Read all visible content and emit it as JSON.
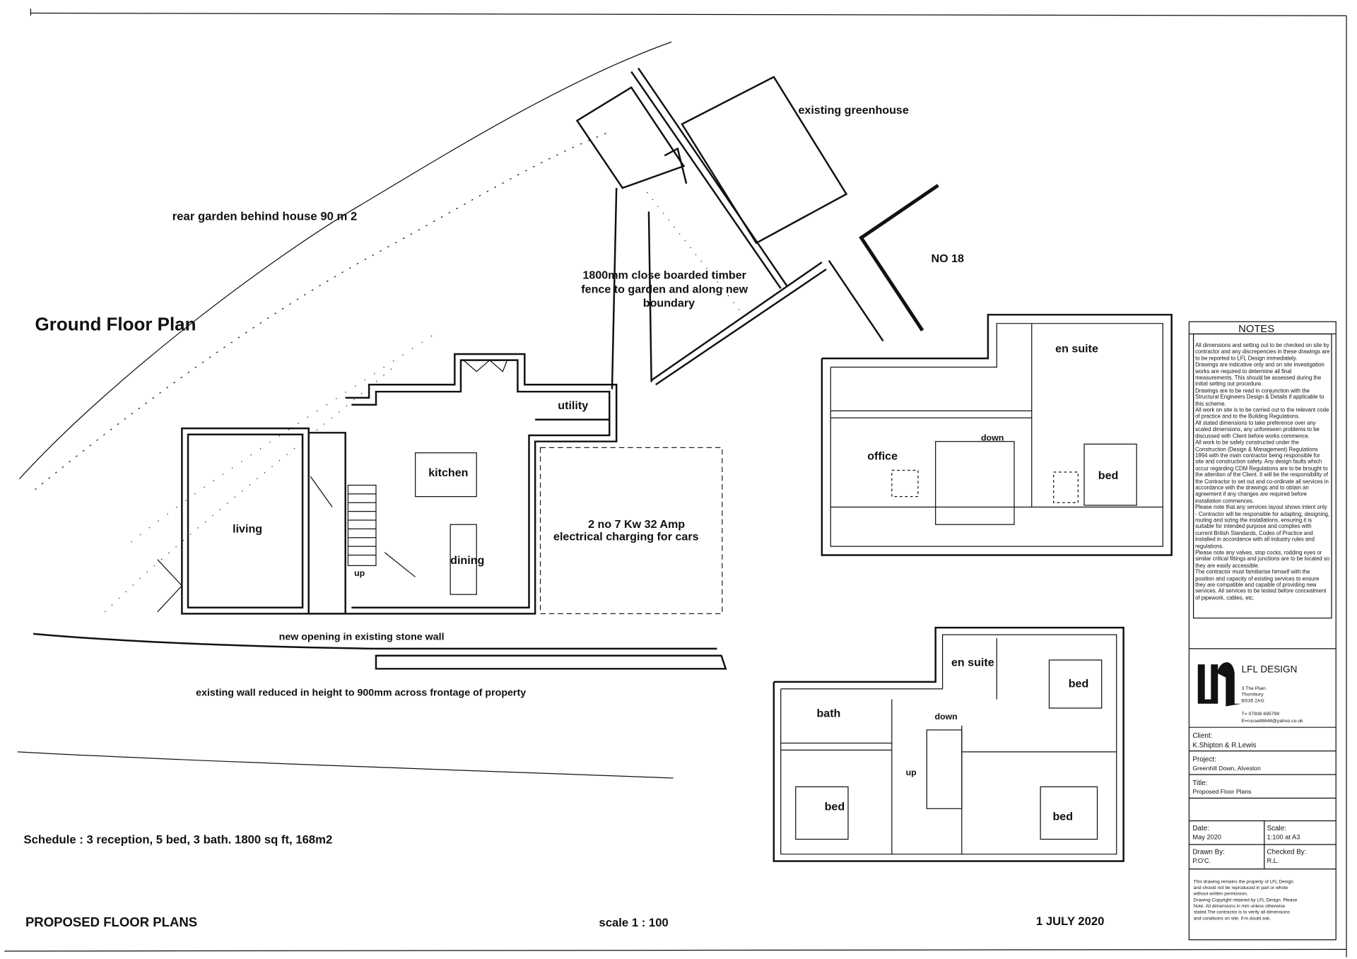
{
  "sheet": {
    "ground_floor_title": "Ground Floor Plan",
    "footer_title": "PROPOSED FLOOR PLANS",
    "footer_scale": "scale 1 : 100",
    "footer_date": "1 JULY 2020",
    "schedule": "Schedule :  3 reception, 5 bed, 3 bath.  1800 sq ft, 168m2"
  },
  "site_labels": {
    "rear_garden": "rear garden behind house 90 m 2",
    "greenhouse": "existing greenhouse",
    "neighbour": "NO 18",
    "fence": [
      "1800mm close boarded timber",
      "fence to garden and along new",
      "boundary"
    ],
    "charging": [
      "2 no 7 Kw 32 Amp",
      "electrical charging for cars"
    ],
    "new_opening": "new opening in existing stone wall",
    "wall_reduced": "existing wall reduced in height to 900mm across frontage of property"
  },
  "ground_floor_rooms": {
    "utility": "utility",
    "kitchen": "kitchen",
    "living": "living",
    "dining": "dining",
    "up": "up"
  },
  "first_floor_rooms": {
    "en_suite": "en suite",
    "office": "office",
    "down": "down",
    "bed": "bed"
  },
  "second_floor_rooms": {
    "en_suite": "en suite",
    "bed_1": "bed",
    "bath": "bath",
    "down": "down",
    "up": "up",
    "bed_2": "bed",
    "bed_3": "bed"
  },
  "notes": {
    "heading": "NOTES",
    "paragraphs": [
      "All dimensions and setting out to be checked on site by contractor and any discrepencies in these drawings are to be reported to LFL Design immediately.",
      "Drawings are indicative only and on site investigation works are required to determine all final measurements. This should be assessed during the initial setting out procedure.",
      "Drawings are to be read in conjunction with the Structural Engineers Design & Details if applicable to this scheme.",
      "All work on site is to be carried out to the relevant code of practice and to the Building Regulations.",
      "All stated dimensions to take preference over any scaled dimensions, any unforeseen problems to be discussed with Client before works commence.",
      "All work to be safely constructed under the Construction (Design & Management) Regulations 1994 with the main contractor being responsible for site and construction safety. Any design faults which occur regarding CDM Regulations are to be brought to the attention of the Client. It will be the responsibility of the Contractor to set out and co-ordinate all services in accordance with the drawings and to obtain an agreement if any changes are required before installation commences.",
      "Please note that any services layout shows intent only - Contractor will be responsible for adapting, designing, routing and sizing the installations, ensuring it is suitable for intended purpose and complies with current British Standards, Codes of Practice and installed in accordance with all industry rules and regulations.",
      "Please note any valves, stop cocks, rodding eyes or similar critical fittings and junctions are to be located so they are easily accessible.",
      "The contractor must familiarise himself with the position and capacity of existing services to ensure they are compatible and capable of providing new  services. All services to be tested before concealment of pipework, cables, etc."
    ]
  },
  "title_block": {
    "company": "LFL DESIGN",
    "logo_text": "LFL",
    "address": [
      "3 The Plain",
      "Thornbury",
      "BS35 2AG"
    ],
    "phone": "T= 07836 695798",
    "email": "E=russell8848@yahoo.co.uk",
    "client_label": "Client:",
    "client": "K.Shipton & R.Lewis",
    "project_label": "Project:",
    "project": "Greenhill Down, Alveston",
    "title_label": "Title:",
    "title": "Proposed Floor Plans",
    "date_label": "Date:",
    "date": "May 2020",
    "scale_label": "Scale:",
    "scale": "1:100 at A3",
    "drawn_label": "Drawn By:",
    "drawn": "P.O'C.",
    "checked_label": "Checked By:",
    "checked": "R.L.",
    "copyright": [
      "This drawing remains the property of LFL Design",
      "and should not be reproduced in part or whole",
      "without written permission.",
      "Drawing Copyright retained by LFL Design. Please",
      "Note: All dimensions in mm unless otherwise",
      "stated.The contractor is to verify all dimensions",
      "and condisons on site. If in doubt ask."
    ]
  }
}
